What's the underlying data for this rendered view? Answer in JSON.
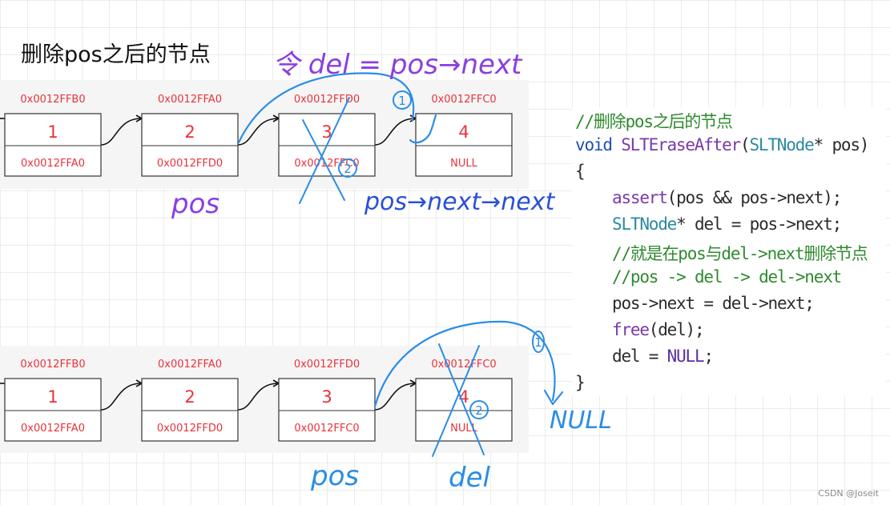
{
  "title": "删除pos之后的节点",
  "credit": "CSDN @Joseit",
  "colors": {
    "grid": "#d9d9d9",
    "node_text": "#e8323b",
    "node_border": "#333333",
    "ink_purple": "#8a3fe0",
    "ink_blue": "#2a4fd6",
    "ink_cyan": "#2a8de6"
  },
  "top_list": {
    "nodes": [
      {
        "address": "0x0012FFB0",
        "value": "1",
        "next": "0x0012FFA0"
      },
      {
        "address": "0x0012FFA0",
        "value": "2",
        "next": "0x0012FFD0"
      },
      {
        "address": "0x0012FFD0",
        "value": "3",
        "next": "0x0012FFC0"
      },
      {
        "address": "0x0012FFC0",
        "value": "4",
        "next": "NULL"
      }
    ],
    "annotations": {
      "formula": "令 del = pos→next",
      "pos_label": "pos",
      "next_next_label": "pos→next→next",
      "step_one": "1",
      "step_two": "2"
    }
  },
  "bottom_list": {
    "nodes": [
      {
        "address": "0x0012FFB0",
        "value": "1",
        "next": "0x0012FFA0"
      },
      {
        "address": "0x0012FFA0",
        "value": "2",
        "next": "0x0012FFD0"
      },
      {
        "address": "0x0012FFD0",
        "value": "3",
        "next": "0x0012FFC0"
      },
      {
        "address": "0x0012FFC0",
        "value": "4",
        "next": "NULL"
      }
    ],
    "annotations": {
      "pos_label": "pos",
      "del_label": "del",
      "null_label": "NULL",
      "step_one": "1",
      "step_two": "2"
    }
  },
  "code": {
    "line1": "//删除pos之后的节点",
    "line2_kw": "void",
    "line2_fn": "SLTEraseAfter",
    "line2_type": "SLTNode",
    "line2_rest": "* pos)",
    "line3": "{",
    "line4_fn": "assert",
    "line4_rest": "(pos && pos->next);",
    "line5_type": "SLTNode",
    "line5_rest": "* del = pos->next;",
    "line6": "//就是在pos与del->next删除节点",
    "line7": "//pos -> del -> del->next",
    "line8": "pos->next = del->next;",
    "line9_fn": "free",
    "line9_rest": "(del);",
    "line10_a": "del = ",
    "line10_mac": "NULL",
    "line10_b": ";",
    "line11": "}"
  }
}
